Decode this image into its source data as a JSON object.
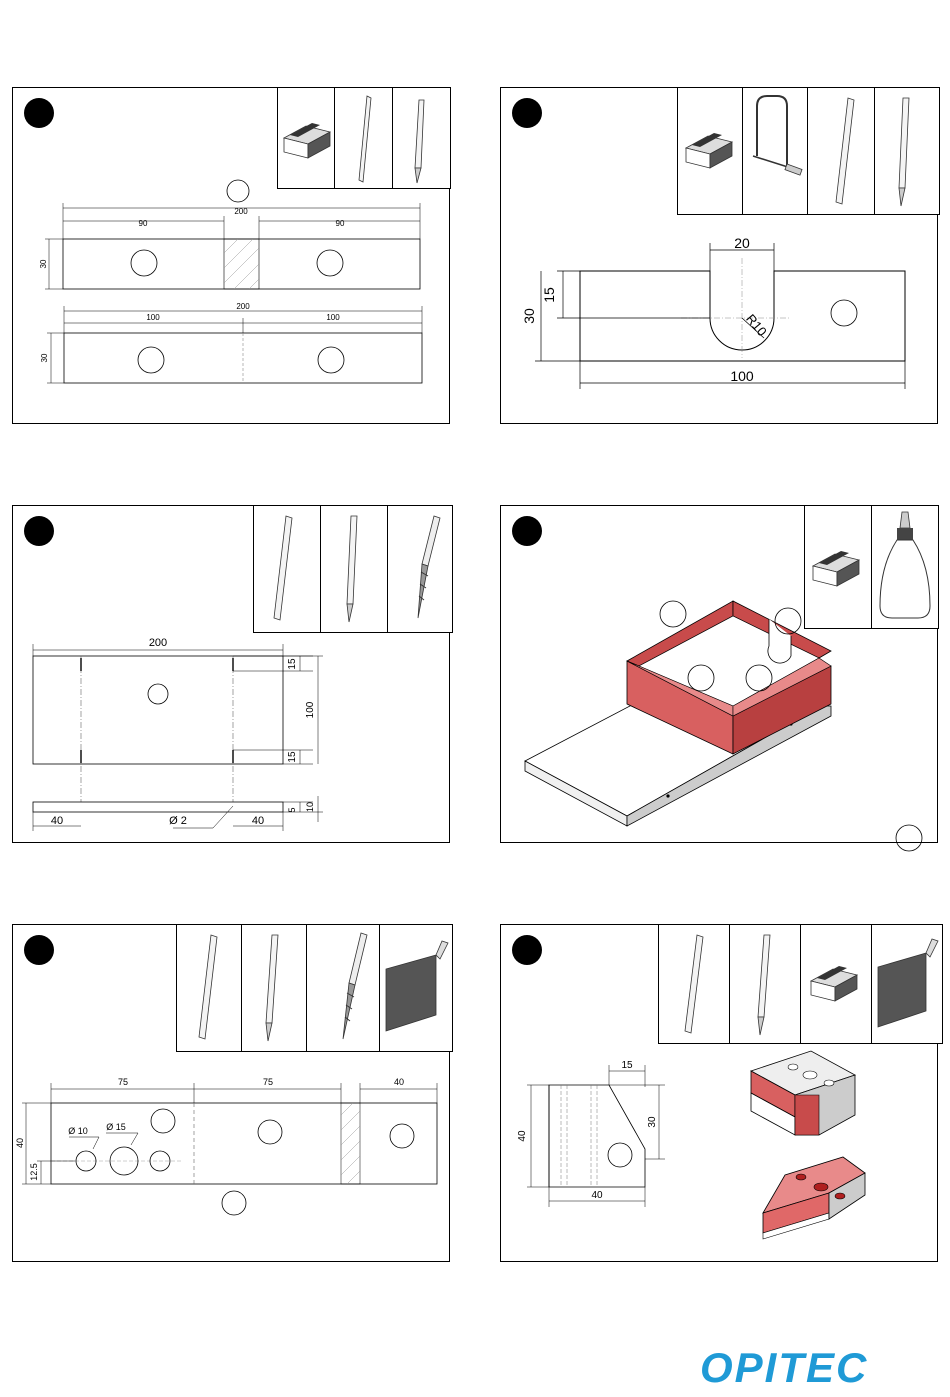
{
  "panel1": {
    "dims": {
      "overall_top": "200",
      "left_top": "90",
      "right_top": "90",
      "height_top": "30",
      "overall_bottom": "200",
      "left_bottom": "100",
      "right_bottom": "100",
      "height_bottom": "30"
    },
    "tools": [
      "eraser-icon",
      "ruler-icon",
      "pencil-icon"
    ]
  },
  "panel2": {
    "dims": {
      "slot_width": "20",
      "depth": "15",
      "height": "30",
      "radius": "R10",
      "length": "100"
    },
    "tools": [
      "eraser-icon",
      "fretsaw-icon",
      "ruler-icon",
      "pencil-icon"
    ]
  },
  "panel3": {
    "dims": {
      "length": "200",
      "top_offset": "15",
      "width": "100",
      "bottom_offset": "15",
      "left_offset": "40",
      "right_offset": "40",
      "drill": "Ø 2",
      "thickness_5": "5",
      "thickness_10": "10"
    },
    "tools": [
      "ruler-icon",
      "pencil-icon",
      "drill-bit-icon"
    ]
  },
  "panel4": {
    "tools": [
      "eraser-icon",
      "glue-bottle-icon"
    ]
  },
  "panel5": {
    "dims": {
      "seg1": "75",
      "seg2": "75",
      "seg3": "40",
      "height": "40",
      "offset": "12.5",
      "hole_small": "Ø 10",
      "hole_large": "Ø 15"
    },
    "tools": [
      "ruler-icon",
      "pencil-icon",
      "drill-bit-icon",
      "saw-icon"
    ]
  },
  "panel6": {
    "dims": {
      "bevel": "15",
      "height": "40",
      "bevel_height": "30",
      "width": "40"
    },
    "tools": [
      "ruler-icon",
      "pencil-icon",
      "eraser-icon",
      "saw-icon"
    ]
  },
  "logo": {
    "text": "OPITEC",
    "color": "#1f9ad6"
  }
}
